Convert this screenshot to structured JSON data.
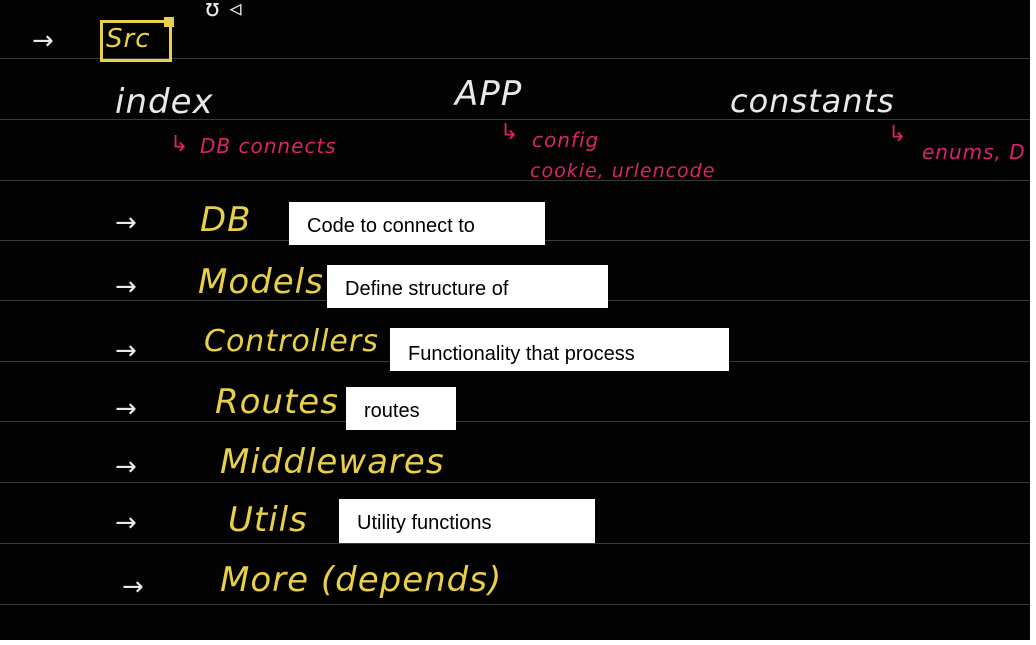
{
  "header": {
    "arrow": "→",
    "src_label": "Src"
  },
  "top_row": {
    "index": {
      "label": "index",
      "note_arrow": "↳",
      "note": "DB connects"
    },
    "app": {
      "label": "APP",
      "note_arrow": "↳",
      "note_line1": "config",
      "note_line2": "cookie, urlencode"
    },
    "constants": {
      "label": "constants",
      "note_arrow": "↳",
      "note": "enums, D"
    }
  },
  "items": [
    {
      "arrow": "→",
      "label": "DB",
      "note": "Code to connect to"
    },
    {
      "arrow": "→",
      "label": "Models",
      "note": "Define structure of"
    },
    {
      "arrow": "→",
      "label": "Controllers",
      "note": "Functionality that process"
    },
    {
      "arrow": "→",
      "label": "Routes",
      "note": "routes"
    },
    {
      "arrow": "→",
      "label": "Middlewares"
    },
    {
      "arrow": "→",
      "label": "Utils",
      "note": "Utility functions"
    },
    {
      "arrow": "→",
      "label": "More (depends)"
    }
  ],
  "colors": {
    "background": "#030303",
    "ink_yellow": "#e8d04a",
    "ink_white": "#e9e9e9",
    "ink_pink": "#d8246a"
  }
}
